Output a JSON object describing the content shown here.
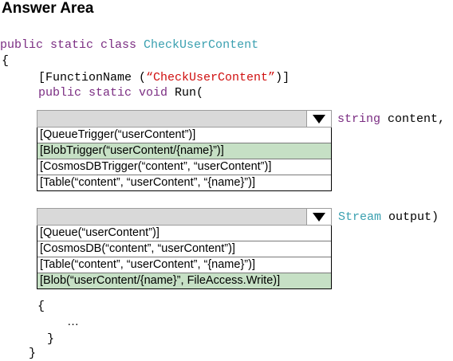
{
  "title": "Answer Area",
  "code": {
    "line1_kw": "public static class",
    "line1_cls": "CheckUserContent",
    "open_brace1": "{",
    "attr_open": "[FunctionName (",
    "attr_str": "“CheckUserContent”",
    "attr_close": ")]",
    "line3_kw": "public static void",
    "line3_rest": "Run(",
    "after_dd1_kw": "string",
    "after_dd1_rest": "content,",
    "after_dd2_cls": "Stream",
    "after_dd2_rest": "output)",
    "open_brace2": "{",
    "ellipsis": "…",
    "close_brace2": "}",
    "close_brace1": "}"
  },
  "dropdown1": {
    "options": [
      "[QueueTrigger(“userContent”)]",
      "[BlobTrigger(“userContent/{name}”)]",
      "[CosmosDBTrigger(“content”, “userContent”)]",
      "[Table(“content”, “userContent”, “{name}”)]"
    ],
    "selected_index": 1
  },
  "dropdown2": {
    "options": [
      "[Queue(“userContent”)]",
      "[CosmosDB(“content”, “userContent”)]",
      "[Table(“content”, “userContent”, “{name}”)]",
      "[Blob(“userContent/{name}”, FileAccess.Write)]"
    ],
    "selected_index": 3
  },
  "colors": {
    "keyword": "#7b2d82",
    "class_name": "#3aa0b0",
    "string": "#d01010",
    "selected_option": "#c6e0c5",
    "dropdown_header": "#d9d9d9"
  },
  "icons": {
    "dropdown_arrow": "triangle-down-icon"
  }
}
